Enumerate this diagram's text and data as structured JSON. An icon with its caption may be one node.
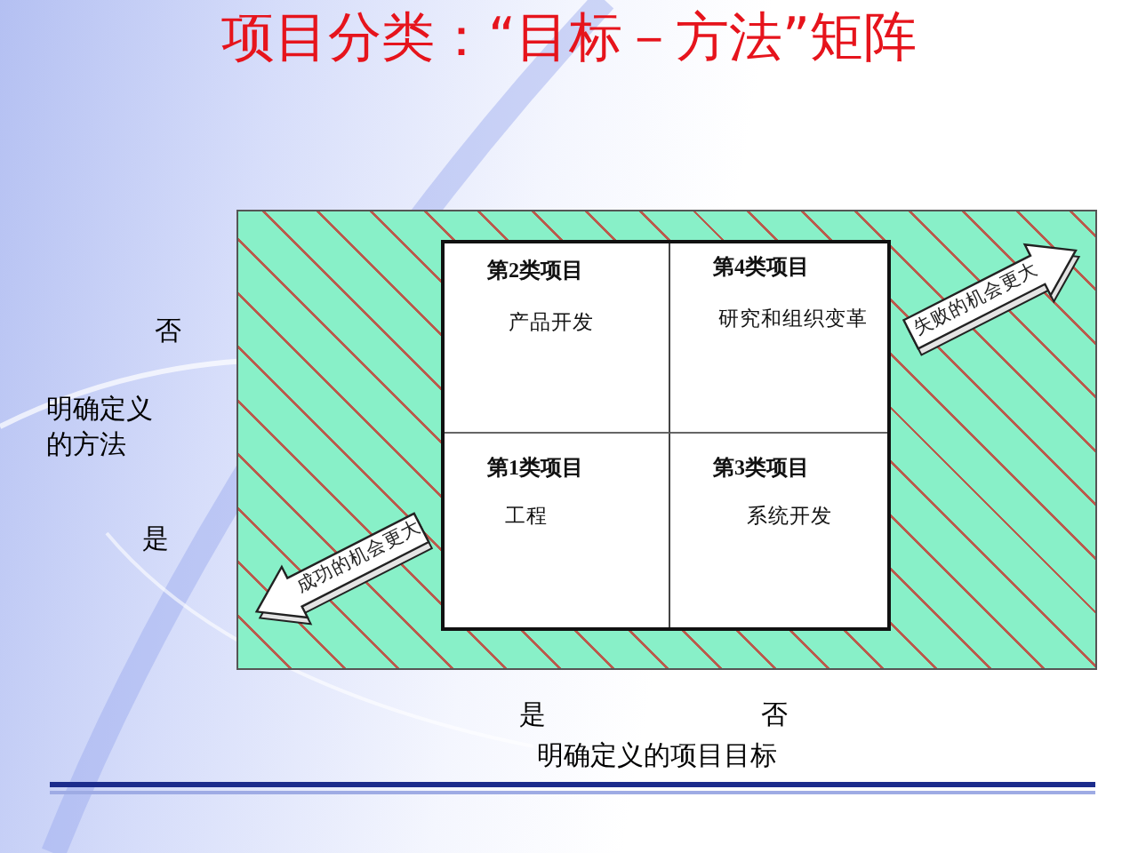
{
  "diagram": {
    "title": "项目分类：“目标－方法”矩阵",
    "nodes": [
      {
        "text": [],
        "shape": "box"
      },
      {
        "text": [],
        "shape": "box",
        "in": 0
      },
      {
        "text": [
          "第2类项目",
          "产品开发"
        ],
        "in": 1
      },
      {
        "text": [
          "第4类项目",
          "研究和组织变革"
        ],
        "in": 1
      },
      {
        "text": [
          "第1类项目",
          "工程"
        ],
        "in": 1
      },
      {
        "text": [
          "第3类项目",
          "系统开发"
        ],
        "in": 1
      },
      {
        "text": [
          "失败的机会更大"
        ],
        "in": 0
      },
      {
        "text": [
          "成功的机会更大"
        ],
        "in": 0
      }
    ],
    "edges": [],
    "labels": [
      "否",
      "明确定义的方法",
      "是",
      "是",
      "否",
      "明确定义的项目目标"
    ]
  }
}
